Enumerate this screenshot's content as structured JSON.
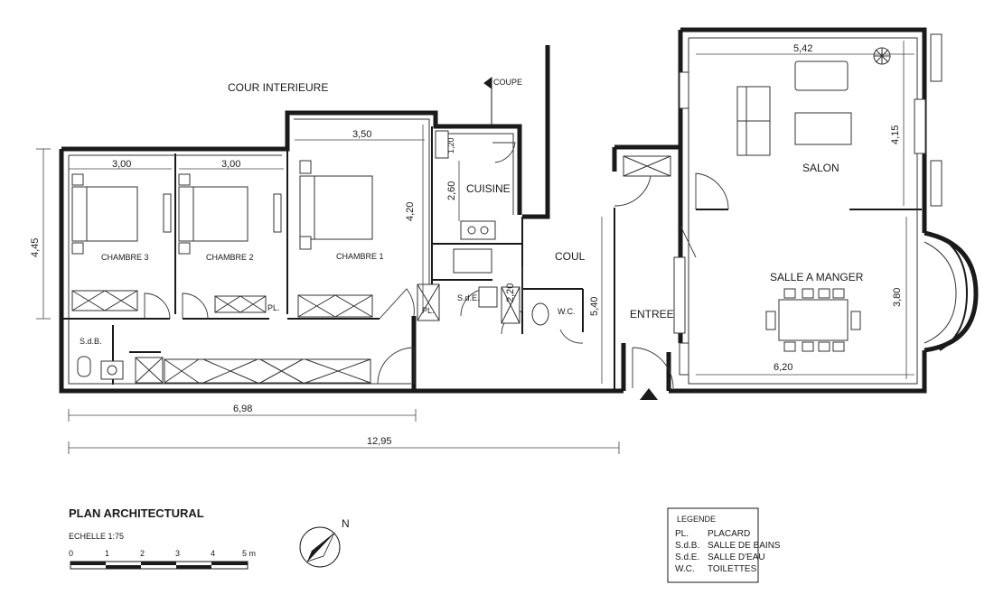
{
  "labels": {
    "court": "COUR  INTERIEURE",
    "coupe": "COUPE",
    "bedroom1": "CHAMBRE 1",
    "bedroom2": "CHAMBRE 2",
    "bedroom3": "CHAMBRE 3",
    "kitchen": "CUISINE",
    "corridor": "COUL",
    "entry": "ENTREE",
    "living": "SALON",
    "dining": "SALLE A MANGER",
    "sdb": "S.d.B.",
    "sde": "S.d.E.",
    "wc": "W.C.",
    "pl": "PL.",
    "pl_cut": "PL."
  },
  "dimensions": {
    "b3_width": "3,00",
    "b2_width": "3,00",
    "b1_width": "3,50",
    "b1_depth": "4,20",
    "kitchen_w": "2,60",
    "pl_top": "1,20",
    "sde_w": "2,20",
    "coul_len": "5,40",
    "left_height": "4,45",
    "salon_w": "5,42",
    "salon_d": "4,15",
    "dining_d": "3,80",
    "dining_w": "6,20",
    "wing_w": "6,98",
    "total_w": "12,95"
  },
  "title_block": {
    "title": "PLAN  ARCHITECTURAL",
    "scale": "ECHELLE   1:75",
    "scale_ticks": [
      "0",
      "1",
      "2",
      "3",
      "4",
      "5 m"
    ],
    "north": "N"
  },
  "legend": {
    "title": "LEGENDE",
    "items": [
      {
        "code": "PL.",
        "meaning": "PLACARD"
      },
      {
        "code": "S.d.B.",
        "meaning": "SALLE DE BAINS"
      },
      {
        "code": "S.d.E.",
        "meaning": "SALLE D'EAU"
      },
      {
        "code": "W.C.",
        "meaning": "TOILETTES"
      }
    ]
  }
}
